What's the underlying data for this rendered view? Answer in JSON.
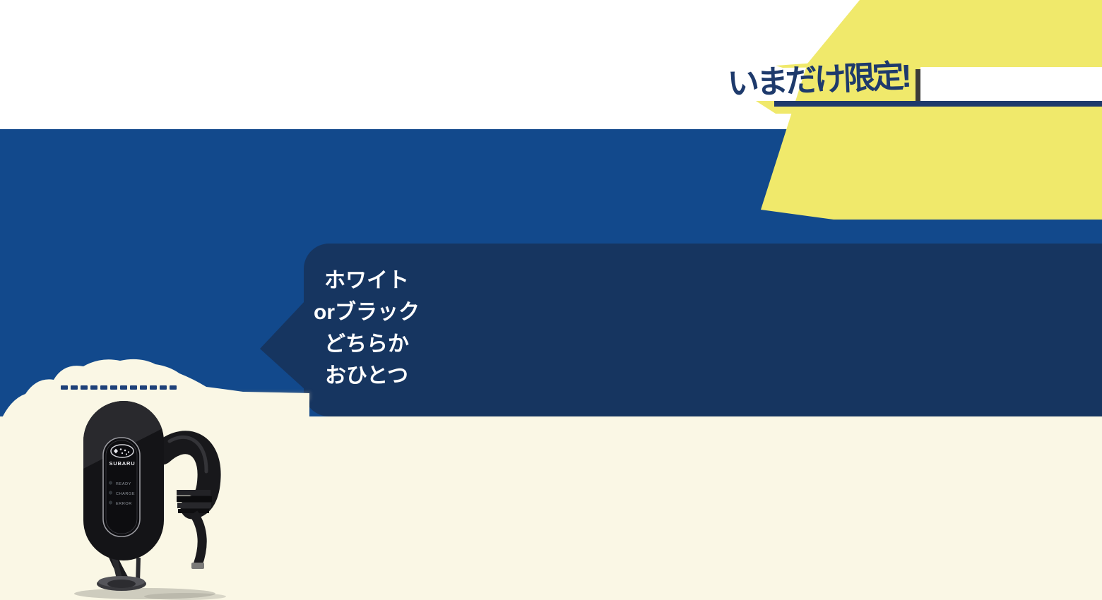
{
  "campaign": {
    "headline": "いまだけ限定!"
  },
  "offer_badge": {
    "lines": [
      "ホワイト",
      "orブラック",
      "どちらか",
      "おひとつ"
    ]
  },
  "device": {
    "brand": "SUBARU",
    "led_labels": [
      "READY",
      "CHARGE",
      "ERROR"
    ]
  },
  "colors": {
    "band_blue": "#12498C",
    "panel_navy": "#163560",
    "burst_yellow": "#F0E96B",
    "cream": "#FAF7E5",
    "headline_navy": "#1E3A6C",
    "divider_charcoal": "#3B3B38",
    "device_black": "#141417",
    "white": "#FFFFFF"
  }
}
